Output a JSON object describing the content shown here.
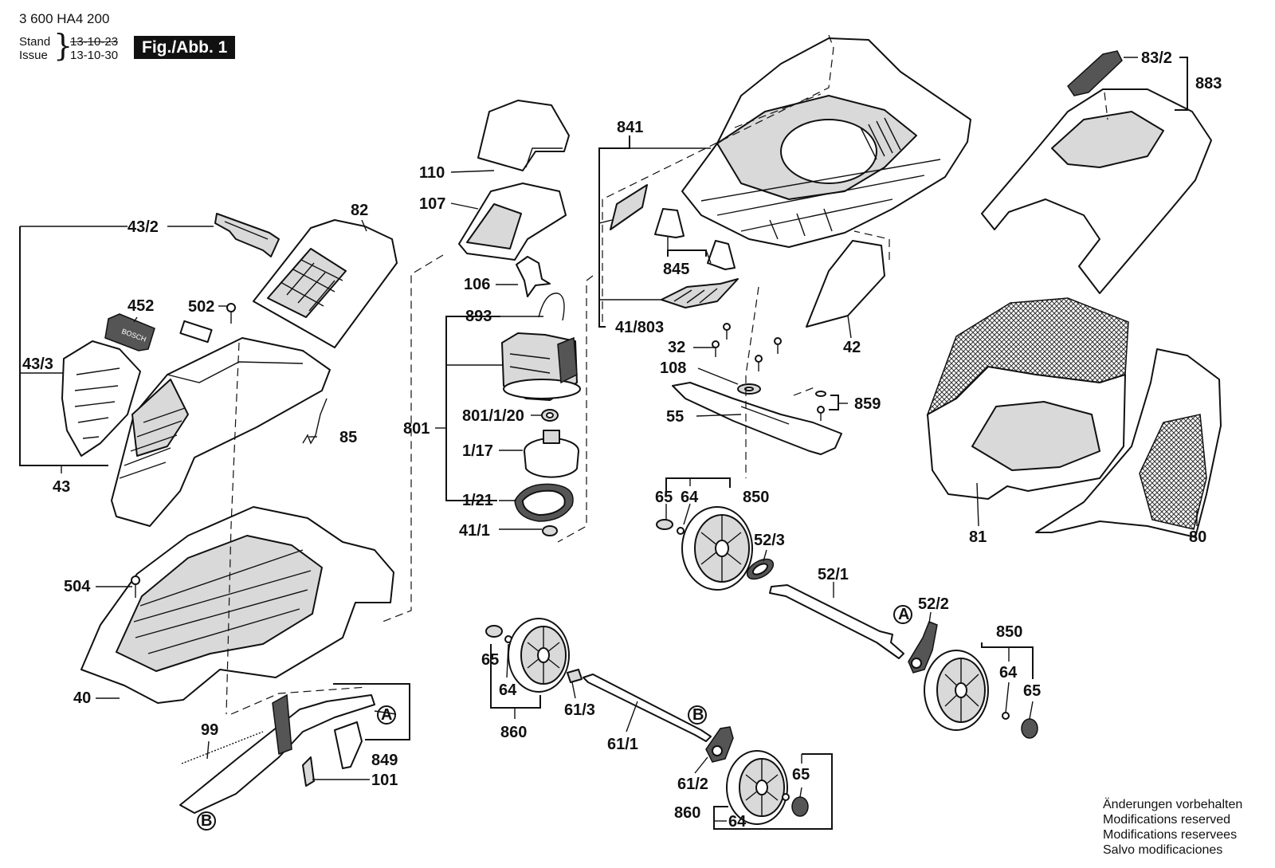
{
  "header": {
    "doc_number": "3 600 HA4 200",
    "stand_label": "Stand",
    "issue_label": "Issue",
    "stand_date": "13-10-23",
    "issue_date": "13-10-30",
    "figure": "Fig./Abb. 1"
  },
  "labels": {
    "l432": "43/2",
    "l433": "43/3",
    "l43": "43",
    "l452": "452",
    "l502": "502",
    "l82": "82",
    "l85": "85",
    "l504": "504",
    "l40": "40",
    "l99": "99",
    "l849": "849",
    "l101": "101",
    "lA1": "A",
    "lB1": "B",
    "l110": "110",
    "l107": "107",
    "l106": "106",
    "l893": "893",
    "l801": "801",
    "l80120": "801/1/20",
    "l117": "1/17",
    "l121": "1/21",
    "l411": "41/1",
    "l841": "841",
    "l845": "845",
    "l41803": "41/803",
    "l42": "42",
    "l32": "32",
    "l108": "108",
    "l55": "55",
    "l859": "859",
    "l832": "83/2",
    "l883": "883",
    "l81": "81",
    "l80": "80",
    "l65a": "65",
    "l64a": "64",
    "l850a": "850",
    "l523": "52/3",
    "l521": "52/1",
    "lA2": "A",
    "l522": "52/2",
    "l850b": "850",
    "l64b": "64",
    "l65b": "65",
    "l65c": "65",
    "l64c": "64",
    "l860a": "860",
    "l613": "61/3",
    "l611": "61/1",
    "lB2": "B",
    "l612": "61/2",
    "l65d": "65",
    "l860b": "860",
    "l64d": "64"
  },
  "badges": {
    "battery_logo": "BOSCH"
  },
  "footer": {
    "line1": "Änderungen vorbehalten",
    "line2": "Modifications reserved",
    "line3": "Modifications reservees",
    "line4": "Salvo modificaciones"
  }
}
